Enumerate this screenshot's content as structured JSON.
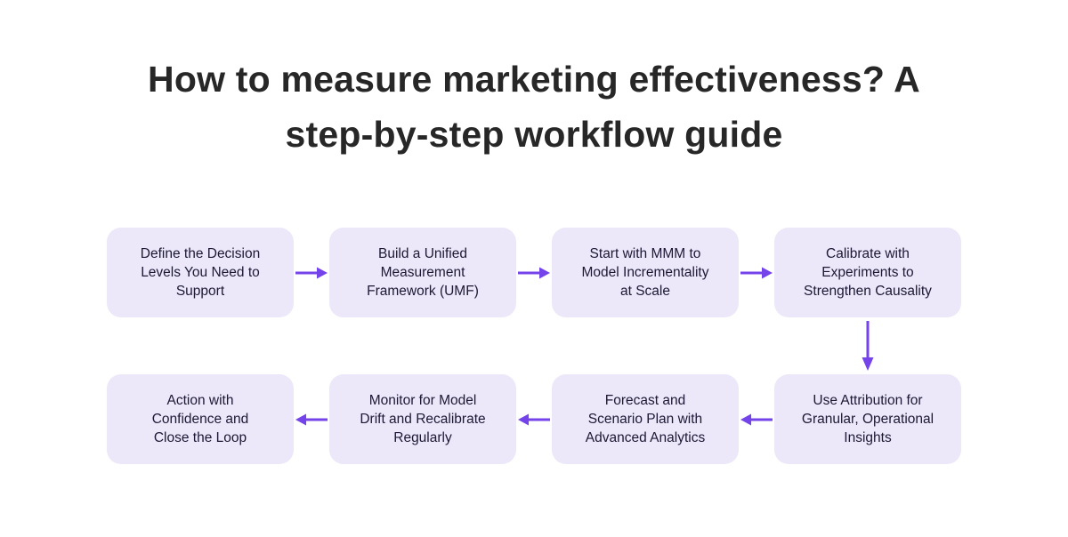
{
  "title": "How to measure marketing effectiveness? A\nstep-by-step workflow guide",
  "colors": {
    "background": "#ffffff",
    "box_fill": "#ece8fa",
    "box_text": "#1d1834",
    "arrow": "#7443ea",
    "title_text": "#272727"
  },
  "steps": [
    {
      "label": "Define the Decision\nLevels You Need to\nSupport"
    },
    {
      "label": "Build a Unified\nMeasurement\nFramework (UMF)"
    },
    {
      "label": "Start with MMM to\nModel Incrementality\nat Scale"
    },
    {
      "label": "Calibrate with\nExperiments to\nStrengthen Causality"
    },
    {
      "label": "Use Attribution for\nGranular, Operational\nInsights"
    },
    {
      "label": "Forecast and\nScenario Plan with\nAdvanced Analytics"
    },
    {
      "label": "Monitor for Model\nDrift and Recalibrate\nRegularly"
    },
    {
      "label": "Action with\nConfidence and\nClose the Loop"
    }
  ]
}
